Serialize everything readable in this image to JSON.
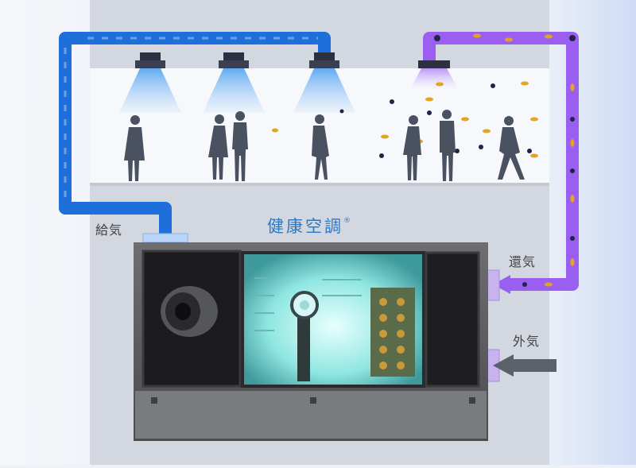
{
  "labels": {
    "title": "健康空調",
    "title_mark": "®",
    "supply_air": "給気",
    "return_air": "還気",
    "outside_air": "外気"
  },
  "colors": {
    "supply_duct": "#1e6fd9",
    "return_duct": "#9a5ff0",
    "outside_air_arrow": "#5c6068",
    "title_text": "#2a78c4",
    "uv_chamber": "#b8f4f2",
    "particle_gold": "#e2a521",
    "particle_dark": "#23234a"
  },
  "icons": [
    "ceiling-diffuser-icon",
    "return-grille-icon",
    "person-silhouette-icon",
    "airborne-particle-icon",
    "fan-icon",
    "uv-lamp-icon",
    "heat-exchanger-coil-icon",
    "flow-arrow-icon"
  ]
}
